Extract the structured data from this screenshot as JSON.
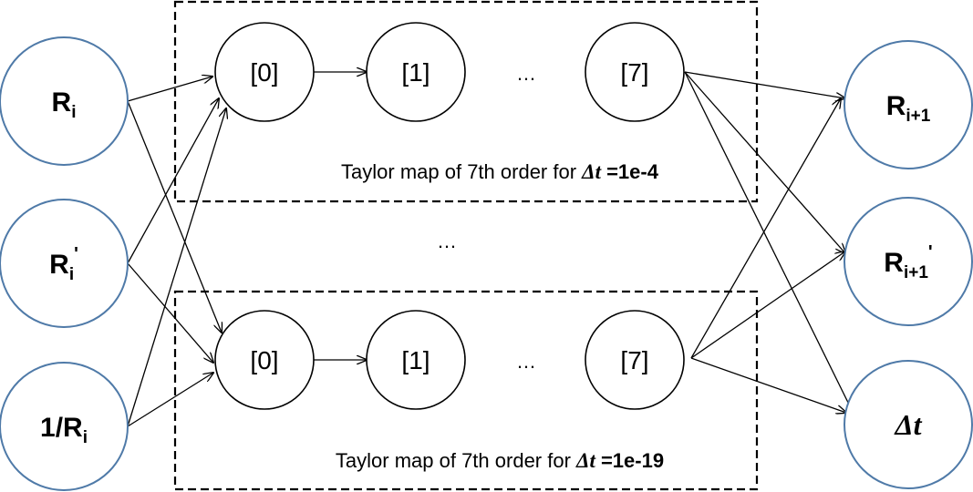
{
  "inputs": [
    {
      "base": "R",
      "sub": "i",
      "prime": ""
    },
    {
      "base": "R",
      "sub": "i",
      "prime": "'"
    },
    {
      "base": "1/R",
      "sub": "i",
      "prime": ""
    }
  ],
  "outputs": [
    {
      "base": "R",
      "sub": "i+1",
      "prime": ""
    },
    {
      "base": "R",
      "sub": "i+1",
      "prime": "'"
    },
    {
      "base": "Δt",
      "sub": "",
      "prime": ""
    }
  ],
  "blocks": [
    {
      "nodes": [
        "[0]",
        "[1]",
        "[7]"
      ],
      "ellipsis": "…",
      "caption_prefix": "Taylor map  of 7th order for ",
      "caption_symbol": "Δt",
      "caption_value": " =1e-4"
    },
    {
      "nodes": [
        "[0]",
        "[1]",
        "[7]"
      ],
      "ellipsis": "…",
      "caption_prefix": "Taylor map  of 7th order for ",
      "caption_symbol": "Δt",
      "caption_value": " =1e-19"
    }
  ],
  "middle_ellipsis": "…",
  "colors": {
    "io_node_stroke": "#4f7aa8",
    "map_node_stroke": "#000000"
  }
}
